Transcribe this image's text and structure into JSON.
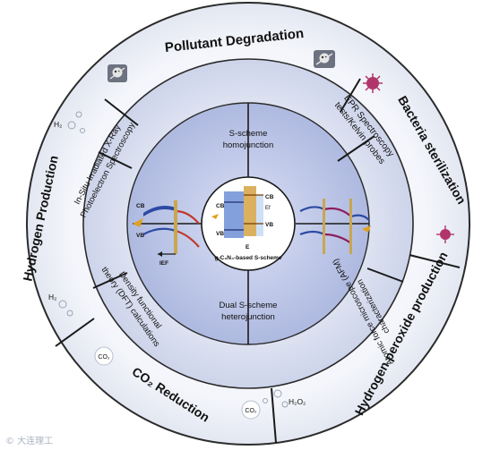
{
  "outer_ring": {
    "top": "Pollutant Degradation",
    "right_top": "Bacteria sterilization",
    "right_bottom": "Hydrogen peroxide production",
    "bottom": "CO₂ Reduction",
    "left": "Hydrogen Production"
  },
  "middle_ring": {
    "upper_left": "In-Situ Irradiated X-Ray Photoelectron Spectroscopy",
    "upper_left_line1": "In-Situ Irradiated X-Ray",
    "upper_left_line2": "Photoelectron Spectroscopy",
    "upper_right_line1": "EPR Spectroscopy",
    "upper_right_line2": "tests/Kelvin probes",
    "lower_right_line1": "Atomic force microscope (AFM)",
    "lower_right_line2": "characterization",
    "lower_left_line1": "Density functional",
    "lower_left_line2": "theory (DFT) calculations"
  },
  "inner_disc": {
    "top_line1": "S-scheme",
    "top_line2": "homojunction",
    "bottom_line1": "Dual S-scheme",
    "bottom_line2": "heterojunction",
    "center_label": "g-C₃N₄-based S-scheme",
    "cb": "CB",
    "vb": "VB",
    "ief": "IEF",
    "e_label": "E",
    "ef_label": "Ef"
  },
  "icons": {
    "skull": "skull-crossbones-icon",
    "bacteria": "bacteria-icon",
    "bubbles": "gas-bubble-icon"
  },
  "molecules": {
    "h2_top": "H₂",
    "h2_mid": "H₂",
    "co2_left": "CO₂",
    "co2_bottom": "CO₂",
    "h2o2": "H₂O₂"
  },
  "watermark": "© 大连理工",
  "colors": {
    "outer_ring": "#eef1f7",
    "middle_ring": "#d9dff0",
    "inner_disc": "#bfc8e6",
    "divider": "#000000",
    "bacteria": "#b0356b",
    "band_blue": "#2c4aa3",
    "band_red": "#c0392b"
  }
}
